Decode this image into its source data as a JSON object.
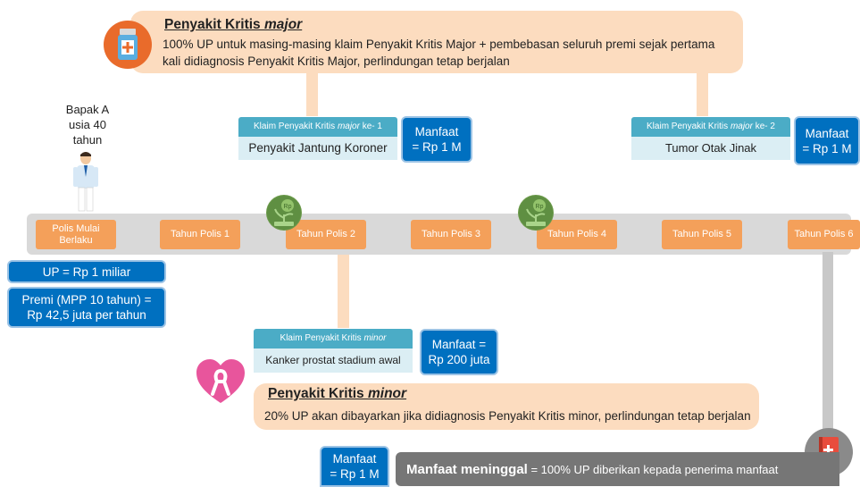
{
  "major_callout": {
    "title_prefix": "Penyakit Kritis ",
    "title_em": "major",
    "text": "100% UP untuk masing-masing klaim Penyakit Kritis Major + pembebasan seluruh premi sejak pertama kali didiagnosis Penyakit Kritis Major, perlindungan tetap berjalan"
  },
  "person": {
    "label_line1": "Bapak A",
    "label_line2": "usia 40",
    "label_line3": "tahun"
  },
  "claim1": {
    "head_prefix": "Klaim Penyakit Kritis ",
    "head_em": "major",
    "head_suffix": " ke- 1",
    "body": "Penyakit Jantung Koroner"
  },
  "benefit1": {
    "line1": "Manfaat",
    "line2": "= Rp 1 M"
  },
  "claim2": {
    "head_prefix": "Klaim Penyakit Kritis ",
    "head_em": "major",
    "head_suffix": " ke- 2",
    "body": "Tumor Otak Jinak"
  },
  "benefit2": {
    "line1": "Manfaat",
    "line2": "= Rp 1 M"
  },
  "timeline": {
    "start_line1": "Polis Mulai",
    "start_line2": "Berlaku",
    "years": [
      "Tahun Polis 1",
      "Tahun Polis 2",
      "Tahun Polis 3",
      "Tahun Polis 4",
      "Tahun Polis 5",
      "Tahun Polis 6"
    ],
    "coin_label": "Rp"
  },
  "up_box": "UP = Rp 1 miliar",
  "premium_box": {
    "line1": "Premi (MPP 10 tahun) =",
    "line2": "Rp 42,5 juta per tahun"
  },
  "minor_claim": {
    "head_prefix": "Klaim Penyakit Kritis ",
    "head_em": "minor",
    "body": "Kanker prostat stadium awal"
  },
  "minor_benefit": {
    "line1": "Manfaat =",
    "line2": "Rp 200 juta"
  },
  "minor_callout": {
    "title_prefix": "Penyakit Kritis ",
    "title_em": "minor",
    "text": "20% UP akan dibayarkan jika didiagnosis Penyakit Kritis minor, perlindungan tetap berjalan"
  },
  "death_benefit_box": {
    "line1": "Manfaat",
    "line2": "= Rp 1 M"
  },
  "death_bar": {
    "bold": "Manfaat meninggal",
    "rest": " = 100% UP diberikan kepada penerima manfaat"
  },
  "colors": {
    "orange": "#f4a05a",
    "peach": "#fcdcbf",
    "blue": "#0070c0",
    "teal": "#4bacc6",
    "grey_bar": "#767676"
  }
}
